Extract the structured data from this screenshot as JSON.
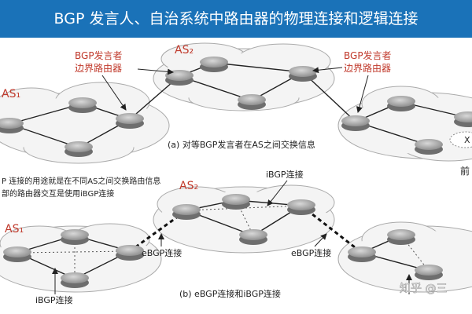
{
  "title": "BGP 发言人、自治系统中路由器的物理连接和逻辑连接",
  "part_a": {
    "as1": "AS₁",
    "as2": "AS₂",
    "speaker_left": [
      "BGP发言者",
      "边界路由器"
    ],
    "speaker_right": [
      "BGP发言者",
      "边界路由器"
    ],
    "x_label": "X",
    "front_label": "前",
    "caption": "(a) 对等BGP发言者在AS之间交换信息"
  },
  "notes": [
    "P 连接的用途就是在不同AS之间交换路由信息",
    "部的路由器交互是使用iBGP连接"
  ],
  "part_b": {
    "as1": "AS₁",
    "as2": "AS₂",
    "ibgp_top": "iBGP连接",
    "ebgp_left": "eBGP连接",
    "ebgp_right": "eBGP连接",
    "ibgp_bottom": "iBGP连接",
    "caption": "(b) eBGP连接和iBGP连接"
  },
  "watermark": "知乎 @三"
}
